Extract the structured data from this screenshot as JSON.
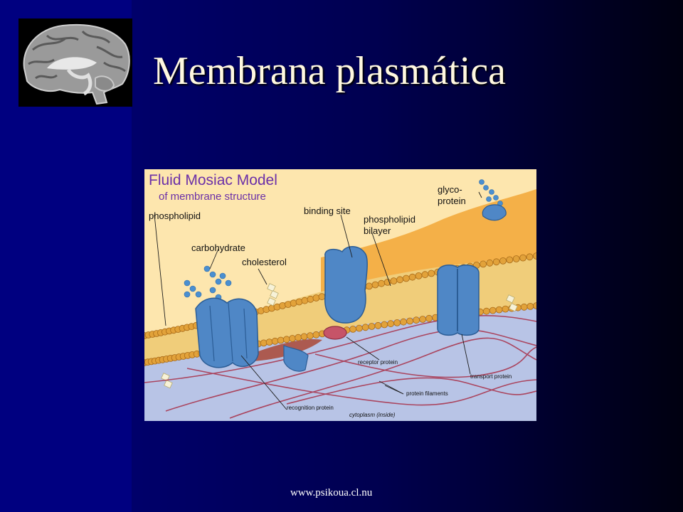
{
  "slide": {
    "title": "Membrana plasmática",
    "footer_url": "www.psikoua.cl.nu",
    "colors": {
      "sidebar": "#000080",
      "background": "#00006a",
      "title": "#fff8e0",
      "figure_title": "#6b30a8"
    }
  },
  "logo": {
    "icon": "brain-icon"
  },
  "figure": {
    "title": "Fluid Mosiac Model",
    "subtitle": "of membrane structure",
    "labels": {
      "phospholipid": "phospholipid",
      "carbohydrate": "carbohydrate",
      "cholesterol": "cholesterol",
      "binding_site": "binding site",
      "phospholipid_bilayer_1": "phospholipid",
      "phospholipid_bilayer_2": "bilayer",
      "glycoprotein_1": "glyco-",
      "glycoprotein_2": "protein",
      "receptor_protein": "receptor protein",
      "transport_protein": "transport protein",
      "protein_filaments": "protein filaments",
      "recognition_protein": "recognition protein",
      "cytoplasm": "cytoplasm (inside)"
    }
  }
}
